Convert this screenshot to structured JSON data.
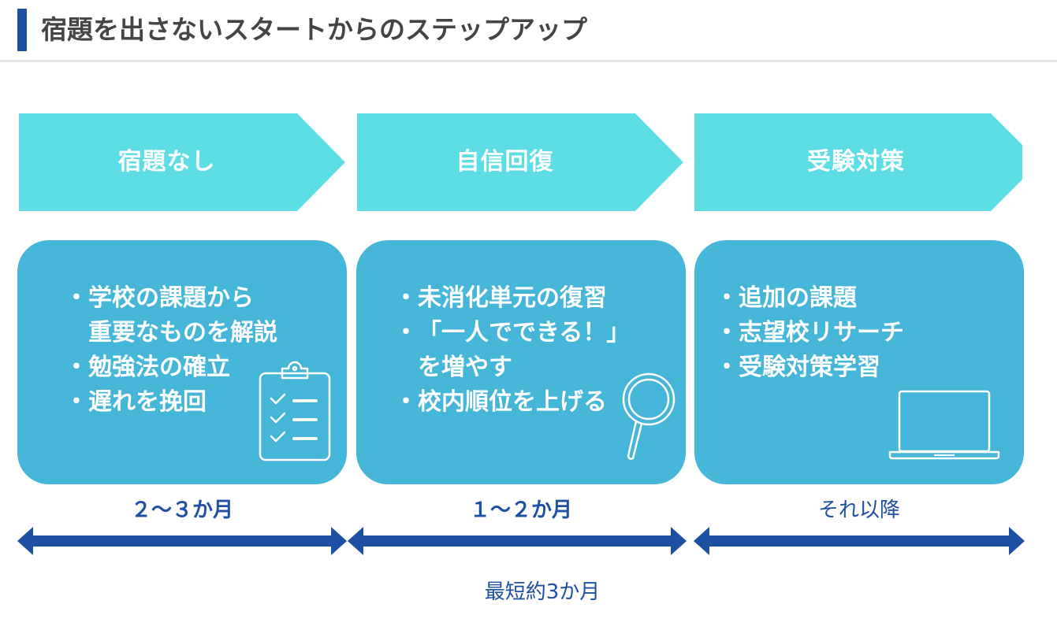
{
  "header": {
    "title": "宿題を出さないスタートからのステップアップ"
  },
  "colors": {
    "accent": "#1d4fa3",
    "chevron": "#5ddee5",
    "card": "#45b6d8"
  },
  "phases": [
    {
      "label": "宿題なし",
      "items": [
        [
          "学校の課題から",
          "重要なものを解説"
        ],
        [
          "勉強法の確立"
        ],
        [
          "遅れを挽回"
        ]
      ],
      "icon": "clipboard-checklist-icon",
      "duration": "２～３か月"
    },
    {
      "label": "自信回復",
      "items": [
        [
          "未消化単元の復習"
        ],
        [
          "「一人でできる！」",
          "を増やす"
        ],
        [
          "校内順位を上げる"
        ]
      ],
      "icon": "magnifying-glass-icon",
      "duration": "１～２か月"
    },
    {
      "label": "受験対策",
      "items": [
        [
          "追加の課題"
        ],
        [
          "志望校リサーチ"
        ],
        [
          "受験対策学習"
        ]
      ],
      "icon": "laptop-icon",
      "duration": "それ以降"
    }
  ],
  "total": "最短約3か月"
}
